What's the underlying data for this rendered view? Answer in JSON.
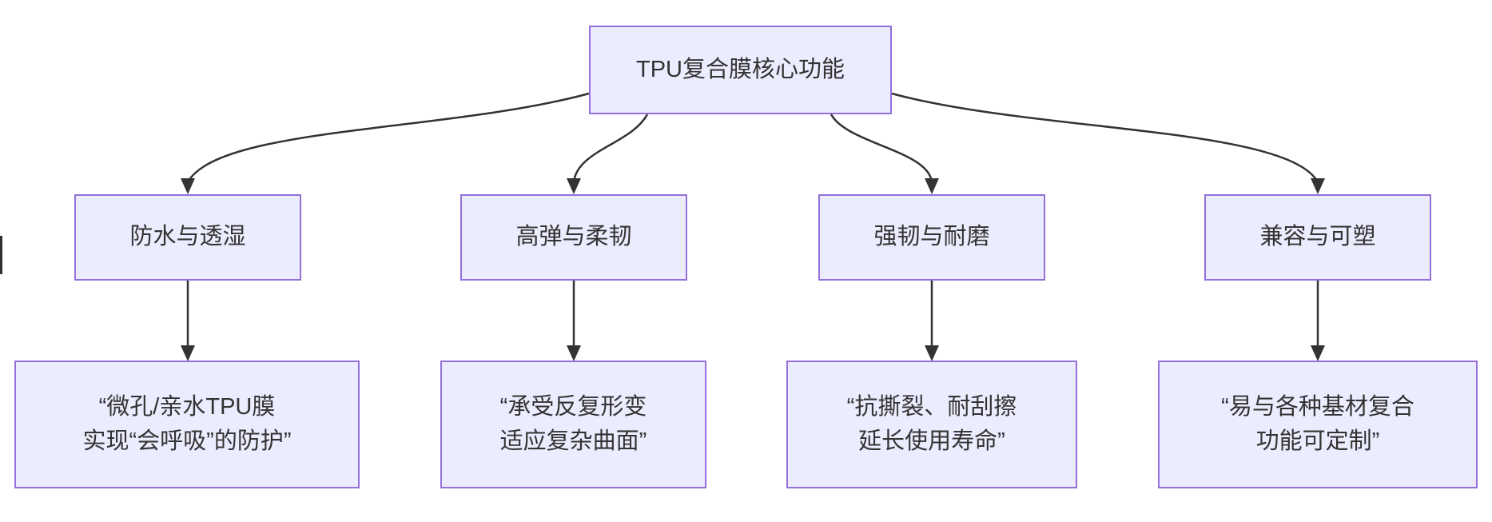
{
  "diagram_type": "flowchart",
  "colors": {
    "background": "#ffffff",
    "node_fill": "#ECECFF",
    "node_border": "#9370DB",
    "text": "#333333",
    "edge": "#333333"
  },
  "root": {
    "label": "TPU复合膜核心功能"
  },
  "branches": [
    {
      "label": "防水与透湿",
      "detail": [
        "“微孔/亲水TPU膜",
        "实现“会呼吸”的防护”"
      ]
    },
    {
      "label": "高弹与柔韧",
      "detail": [
        "“承受反复形变",
        "适应复杂曲面”"
      ]
    },
    {
      "label": "强韧与耐磨",
      "detail": [
        "“抗撕裂、耐刮擦",
        "延长使用寿命”"
      ]
    },
    {
      "label": "兼容与可塑",
      "detail": [
        "“易与各种基材复合",
        "功能可定制”"
      ]
    }
  ]
}
